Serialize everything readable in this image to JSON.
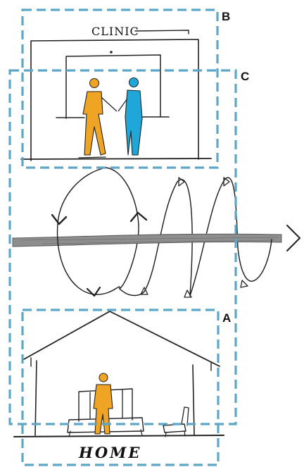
{
  "labels": {
    "box_a": "A",
    "box_b": "B",
    "box_c": "C",
    "clinic": "CLINIC",
    "home": "HOME"
  },
  "colors": {
    "dashed_box": "#5ea6c7",
    "figure_orange": "#f0a423",
    "figure_blue": "#1ea7d8",
    "ink": "#222222",
    "timeline": "#8e8e8e"
  },
  "icons": [
    "clinician-figure",
    "patient-figure",
    "home-patient-figure",
    "house",
    "sofa",
    "chair",
    "spiral-timeline",
    "timeline-arrow"
  ]
}
